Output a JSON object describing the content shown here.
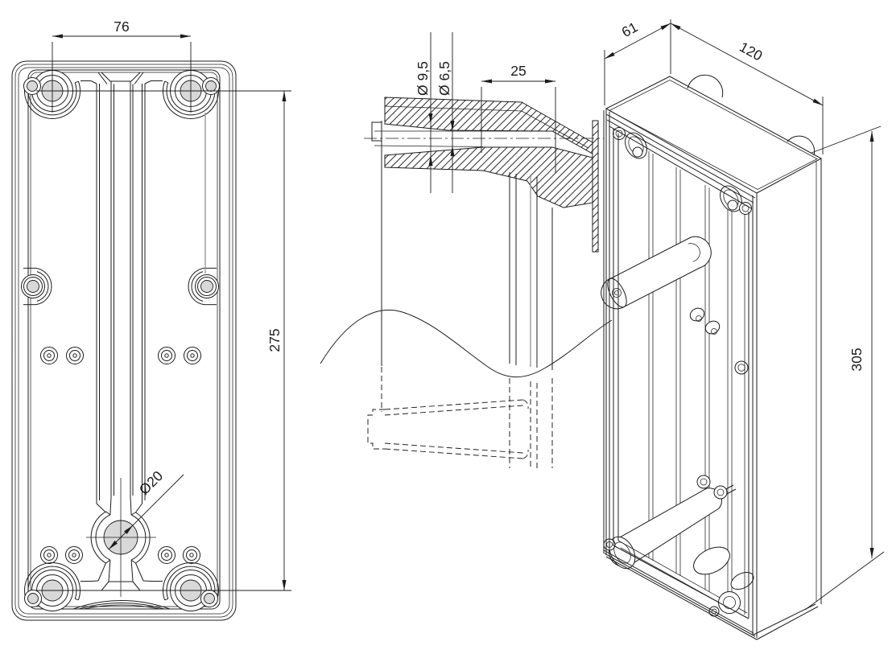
{
  "drawing": {
    "dimensions": {
      "mounting_hole_spacing_horizontal": "76",
      "mounting_hole_spacing_vertical": "275",
      "cable_hole_diameter": "Ø20",
      "screw_dome_outer_diameter": "Ø 9,5",
      "screw_dome_inner_diameter": "Ø 6,5",
      "screw_dome_length": "25",
      "box_depth": "61",
      "box_width": "120",
      "box_height": "305"
    },
    "colors": {
      "line": "#1c1c1c",
      "hole_fill": "#d8d8d8",
      "background": "#ffffff"
    }
  }
}
